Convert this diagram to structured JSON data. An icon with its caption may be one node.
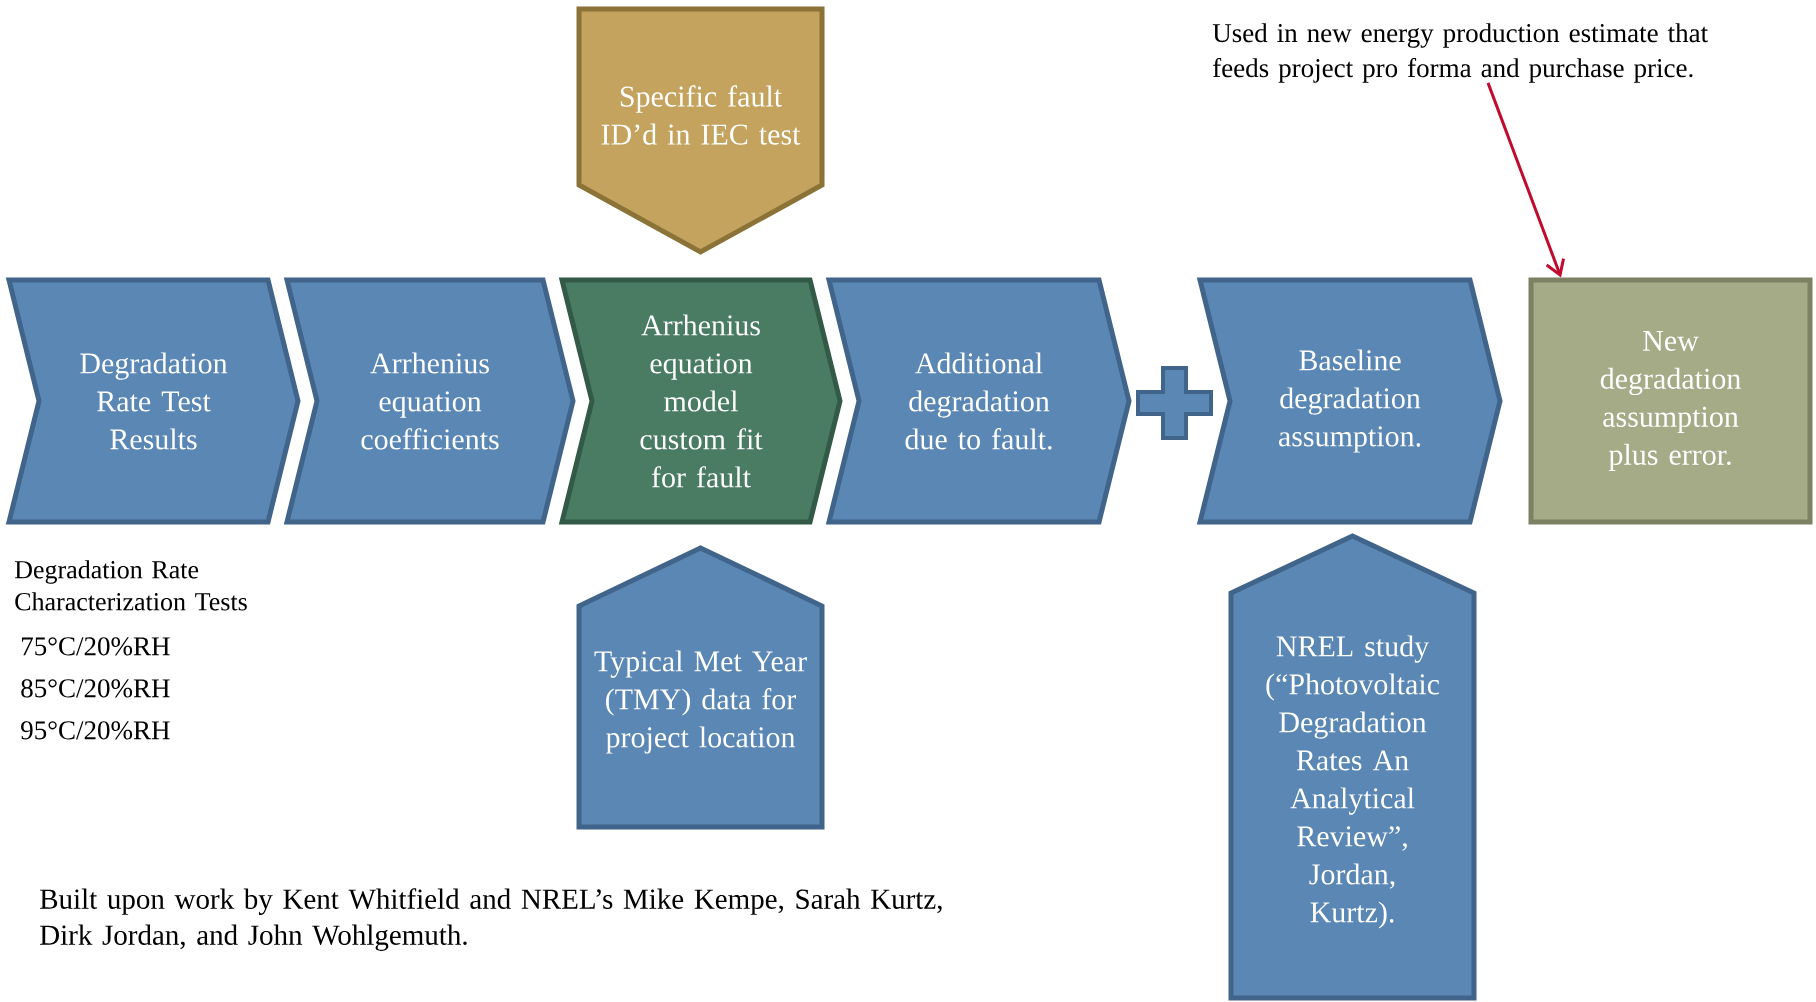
{
  "diagram": {
    "nodes": [
      {
        "text": [
          "Specific fault ID’d in IEC test"
        ]
      },
      {
        "text": [
          "Used in new energy production estimate that feeds project pro forma and purchase price."
        ]
      },
      {
        "text": [
          "Degradation Rate Test Results"
        ]
      },
      {
        "text": [
          "Arrhenius equation coefficients"
        ]
      },
      {
        "text": [
          "Arrhenius equation model custom fit for fault"
        ]
      },
      {
        "text": [
          "Additional degradation due to fault."
        ]
      },
      {
        "text": [
          "Baseline degradation assumption."
        ]
      },
      {
        "text": [
          "New degradation assumption plus error."
        ]
      },
      {
        "text": [
          "Typical Met Year (TMY) data for project location"
        ]
      },
      {
        "text": [
          "NREL study (“Photovoltaic Degradation Rates An Analytical Review”, Jordan, Kurtz)."
        ]
      },
      {
        "text": [],
        "shape": "plus"
      }
    ],
    "edges": [
      {
        "from": 1,
        "to": 7,
        "arrow": "to",
        "color": "#c00a2e"
      }
    ],
    "labels": [
      "Degradation Rate Characterization Tests",
      "75°C/20%RH",
      "85°C/20%RH",
      "95°C/20%RH",
      "Built upon work by Kent Whitfield and NREL’s Mike Kempe, Sarah Kurtz, Dirk Jordan, and John Wohlgemuth."
    ]
  }
}
